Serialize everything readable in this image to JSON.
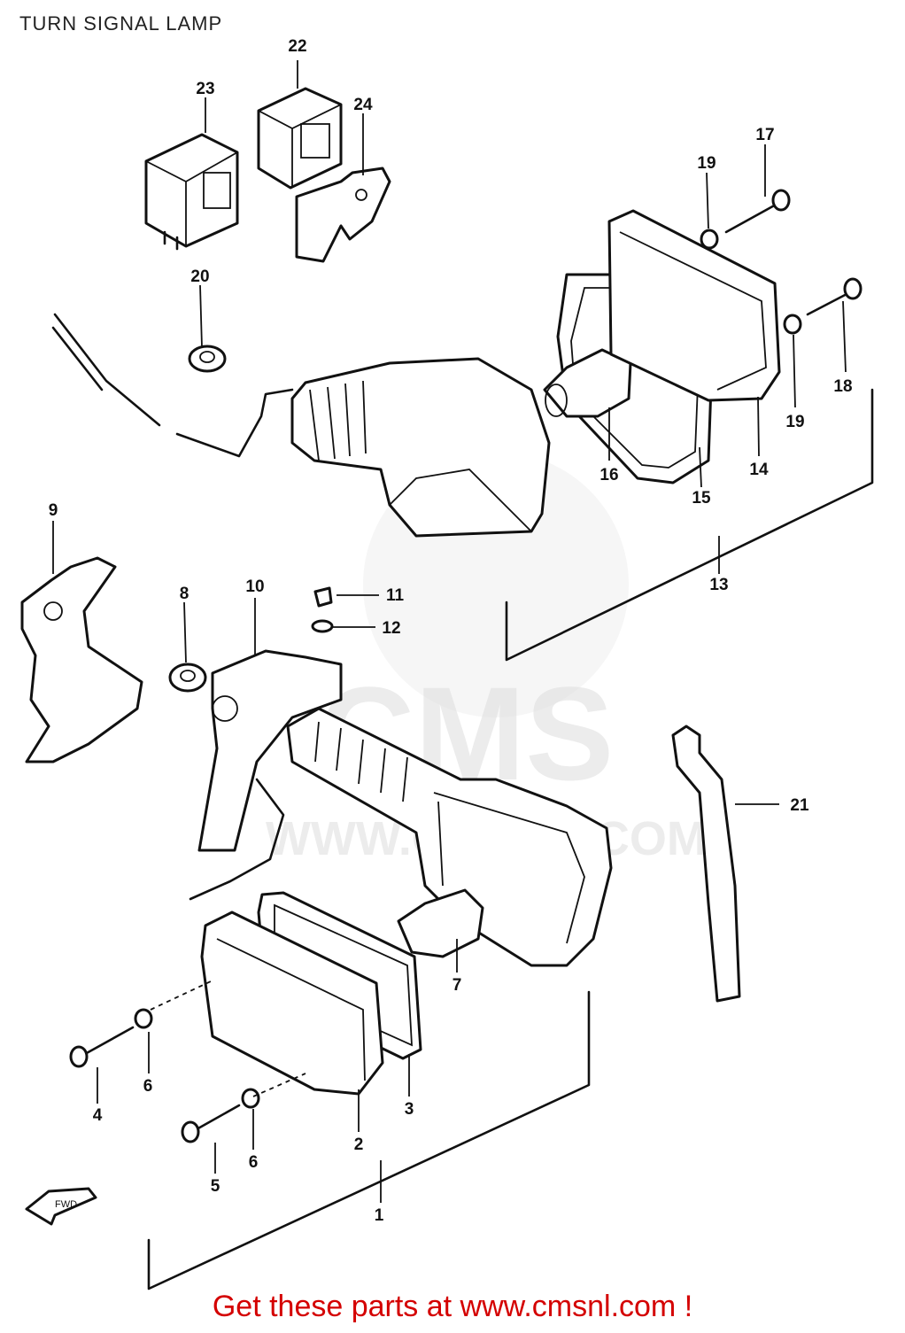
{
  "title": "TURN SIGNAL LAMP",
  "footer": "Get these parts at www.cmsnl.com !",
  "watermark": {
    "brand": "CMS",
    "site": "WWW.CMSNL.COM"
  },
  "direction_marker": "FWD",
  "parts": {
    "p1": "1",
    "p2": "2",
    "p3": "3",
    "p4": "4",
    "p5": "5",
    "p6a": "6",
    "p6b": "6",
    "p7": "7",
    "p8": "8",
    "p9": "9",
    "p10": "10",
    "p11": "11",
    "p12": "12",
    "p13": "13",
    "p14": "14",
    "p15": "15",
    "p16": "16",
    "p17": "17",
    "p18": "18",
    "p19a": "19",
    "p19b": "19",
    "p20": "20",
    "p21": "21",
    "p22": "22",
    "p23": "23",
    "p24": "24"
  },
  "colors": {
    "footer": "#d40000",
    "watermark": "#e6e6e6"
  }
}
